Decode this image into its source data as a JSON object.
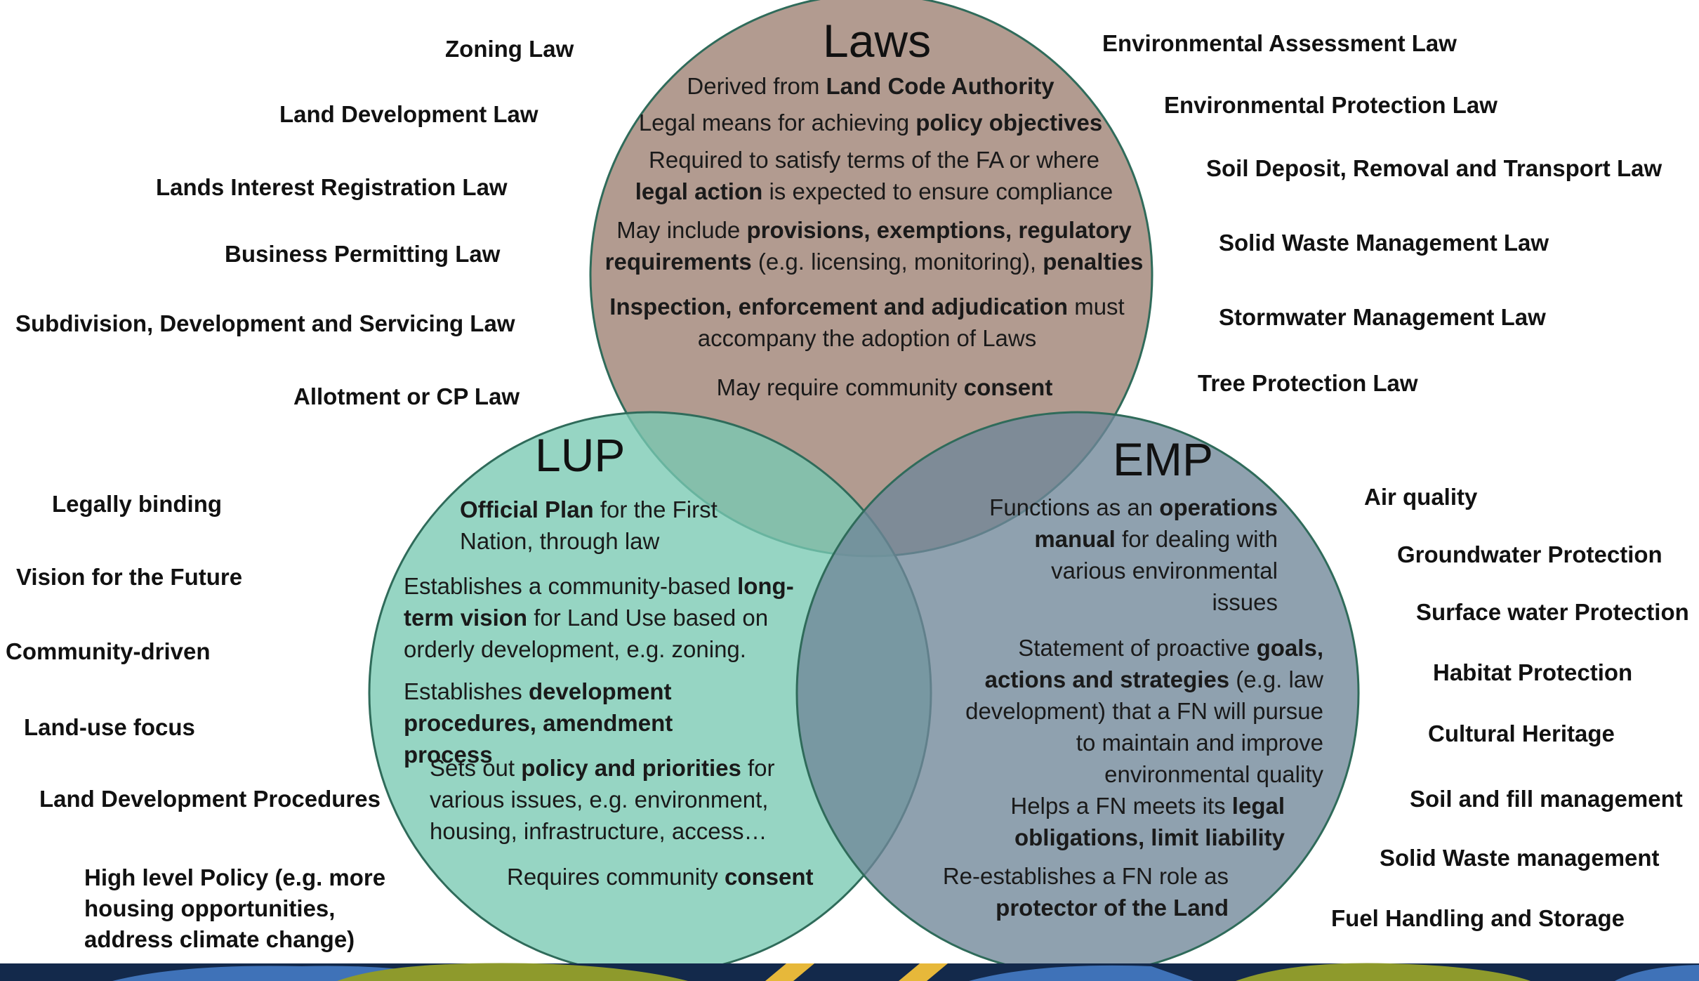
{
  "laws": {
    "title": "Laws",
    "p1_pre": "Derived from ",
    "p1_b": "Land Code Authority",
    "p2_pre": "Legal means for achieving ",
    "p2_b": "policy objectives",
    "p3_pre": "Required to satisfy terms of the FA or where ",
    "p3_b": "legal action",
    "p3_post": " is expected to ensure compliance",
    "p4_pre": "May include ",
    "p4_b": "provisions, exemptions, regulatory requirements",
    "p4_mid": " (e.g. licensing, monitoring), ",
    "p4_b2": "penalties",
    "p5_b": "Inspection, enforcement and adjudication",
    "p5_post": " must accompany the adoption of Laws",
    "p6_pre": "May require community ",
    "p6_b": "consent"
  },
  "lup": {
    "title": "LUP",
    "p1_b": "Official Plan",
    "p1_post": " for the First Nation, through law",
    "p2_pre": "Establishes a community-based ",
    "p2_b": "long-term vision",
    "p2_post": " for Land Use based on orderly development, e.g. zoning.",
    "p3_pre": "Establishes ",
    "p3_b": "development procedures, amendment process",
    "p4_pre": "Sets out ",
    "p4_b": "policy and priorities",
    "p4_post": " for various issues, e.g. environment, housing, infrastructure, access…",
    "p5_pre": "Requires community ",
    "p5_b": "consent"
  },
  "emp": {
    "title": "EMP",
    "p1_pre": "Functions as an ",
    "p1_b": "operations manual",
    "p1_post": " for dealing with various environmental issues",
    "p2_pre": "Statement of proactive  ",
    "p2_b": "goals, actions and strategies",
    "p2_post": " (e.g. law development) that a FN will pursue to maintain and improve environmental quality",
    "p3_pre": "Helps a FN meets its ",
    "p3_b": "legal obligations, limit liability",
    "p4_pre": "Re-establishes a FN role as ",
    "p4_b": "protector of the Land"
  },
  "laws_left": [
    "Zoning Law",
    "Land Development Law",
    "Lands Interest Registration Law",
    "Business Permitting Law",
    "Subdivision, Development and Servicing Law",
    "Allotment or CP Law"
  ],
  "laws_right": [
    "Environmental Assessment Law",
    "Environmental Protection Law",
    "Soil Deposit, Removal and Transport Law",
    "Solid Waste Management Law",
    "Stormwater Management Law",
    "Tree Protection Law"
  ],
  "lup_left": [
    "Legally binding",
    "Vision for the Future",
    "Community-driven",
    "Land-use focus",
    "Land Development Procedures",
    "High level Policy (e.g. more housing opportunities, address climate change)"
  ],
  "emp_right": [
    "Air quality",
    "Groundwater Protection",
    "Surface water Protection",
    "Habitat Protection",
    "Cultural Heritage",
    "Soil and fill management",
    "Solid Waste management",
    "Fuel Handling and Storage"
  ],
  "colors": {
    "laws_fill": "#a48a7c",
    "lup_fill": "#79c9b2",
    "emp_fill": "#6f8798",
    "outline": "#2f6b5a",
    "band_navy": "#13294b",
    "band_blue": "#3f72b8",
    "band_yellow": "#e7b83a",
    "band_olive": "#8e9a2c"
  }
}
